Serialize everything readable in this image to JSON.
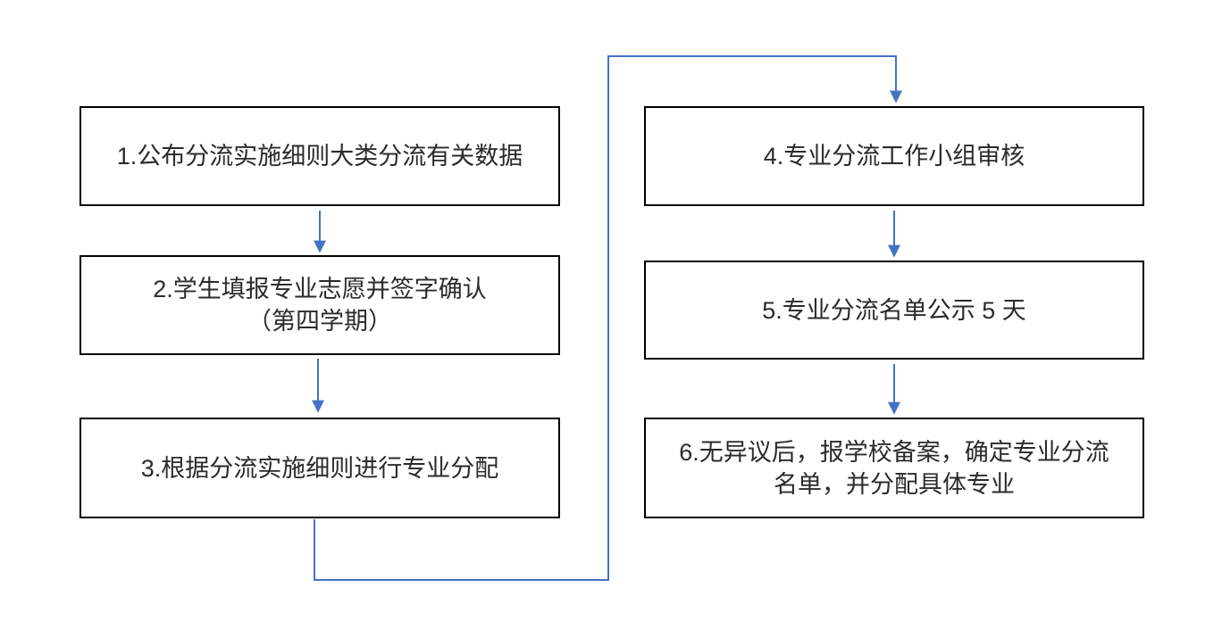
{
  "diagram": {
    "type": "flowchart",
    "steps": [
      {
        "id": 1,
        "lines": [
          "1.公布分流实施细则大类分流有关数据"
        ]
      },
      {
        "id": 2,
        "lines": [
          "2.学生填报专业志愿并签字确认",
          "（第四学期）"
        ]
      },
      {
        "id": 3,
        "lines": [
          "3.根据分流实施细则进行专业分配"
        ]
      },
      {
        "id": 4,
        "lines": [
          "4.专业分流工作小组审核"
        ]
      },
      {
        "id": 5,
        "lines": [
          "5.专业分流名单公示 5 天"
        ]
      },
      {
        "id": 6,
        "lines": [
          "6.无异议后，报学校备案，确定专业分流",
          "名单，并分配具体专业"
        ]
      }
    ],
    "connections": [
      {
        "from": 1,
        "to": 2
      },
      {
        "from": 2,
        "to": 3
      },
      {
        "from": 3,
        "to": 4
      },
      {
        "from": 4,
        "to": 5
      },
      {
        "from": 5,
        "to": 6
      }
    ]
  },
  "colors": {
    "arrow": "#4472C4",
    "box_border": "#000000",
    "box_fill": "#FFFFFF",
    "text": "#2B2B2B",
    "background": "#FFFFFF"
  }
}
